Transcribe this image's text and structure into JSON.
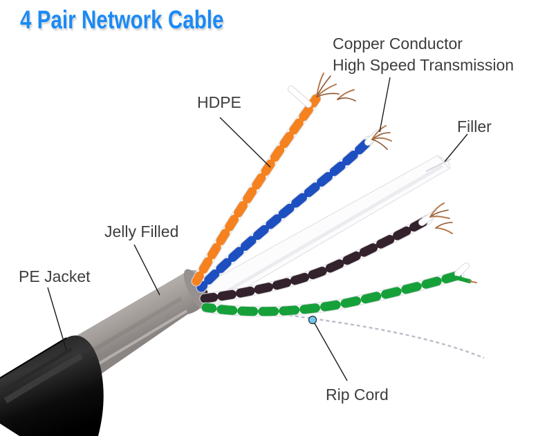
{
  "title": "4 Pair Network Cable",
  "labels": {
    "copper_conductor": "Copper Conductor",
    "high_speed": "High Speed Transmission",
    "hdpe": "HDPE",
    "filler": "Filler",
    "jelly_filled": "Jelly Filled",
    "pe_jacket": "PE Jacket",
    "rip_cord": "Rip Cord"
  },
  "colors": {
    "title-blue": "#1b8af5",
    "label-text": "#3d3d3d",
    "orange": "#f5821f",
    "blue": "#1d4fc0",
    "brown": "#33222b",
    "green": "#16a03a",
    "copper": "#b5774a",
    "sheath-gray": "#b5b0ad",
    "jacket-black": "#141414",
    "marker-blue": "#6fc8f0",
    "leader-line": "#1a1a1a",
    "ripcord-gray": "#b9bdc6"
  }
}
